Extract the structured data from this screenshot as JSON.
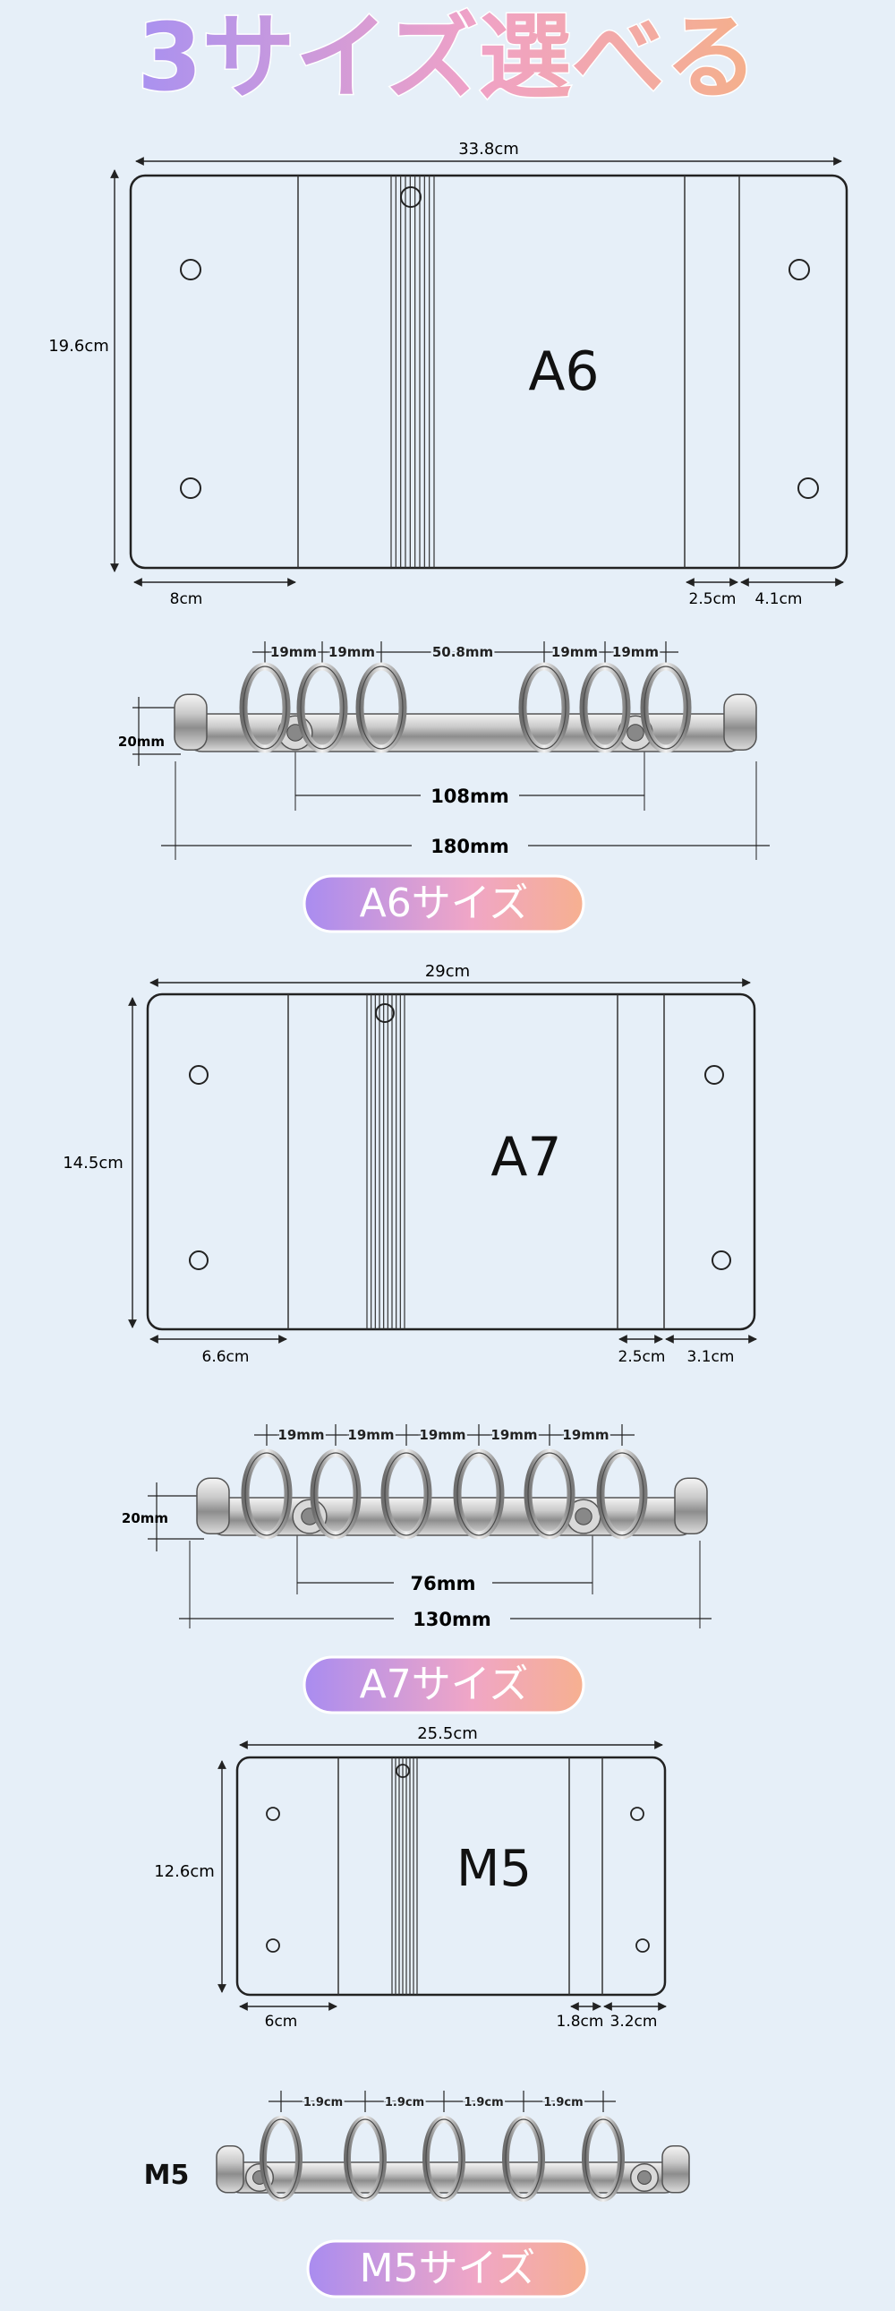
{
  "title": "3サイズ選べる",
  "sections": {
    "a6": {
      "cover_label": "A6",
      "badge": "A6サイズ",
      "dims": {
        "width": "33.8cm",
        "height": "19.6cm",
        "left_panel": "8cm",
        "right_gap": "2.5cm",
        "right_panel": "4.1cm"
      },
      "ring": {
        "spacings": [
          "19mm",
          "19mm",
          "50.8mm",
          "19mm",
          "19mm"
        ],
        "height": "20mm",
        "inner": "108mm",
        "total": "180mm"
      }
    },
    "a7": {
      "cover_label": "A7",
      "badge": "A7サイズ",
      "dims": {
        "width": "29cm",
        "height": "14.5cm",
        "left_panel": "6.6cm",
        "right_gap": "2.5cm",
        "right_panel": "3.1cm"
      },
      "ring": {
        "spacings": [
          "19mm",
          "19mm",
          "19mm",
          "19mm",
          "19mm"
        ],
        "height": "20mm",
        "inner": "76mm",
        "total": "130mm"
      }
    },
    "m5": {
      "cover_label": "M5",
      "badge": "M5サイズ",
      "dims": {
        "width": "25.5cm",
        "height": "12.6cm",
        "left_panel": "6cm",
        "right_gap": "1.8cm",
        "right_panel": "3.2cm"
      },
      "ring": {
        "label": "M5",
        "spacings": [
          "1.9cm",
          "1.9cm",
          "1.9cm",
          "1.9cm"
        ]
      }
    }
  },
  "colors": {
    "background": "#e6eff8",
    "title_gradient": [
      "#b49cf2",
      "#f4a3c4",
      "#f6b08e"
    ],
    "badge_gradient": [
      "#a98cf0",
      "#f2a4c4",
      "#f6b090"
    ]
  }
}
